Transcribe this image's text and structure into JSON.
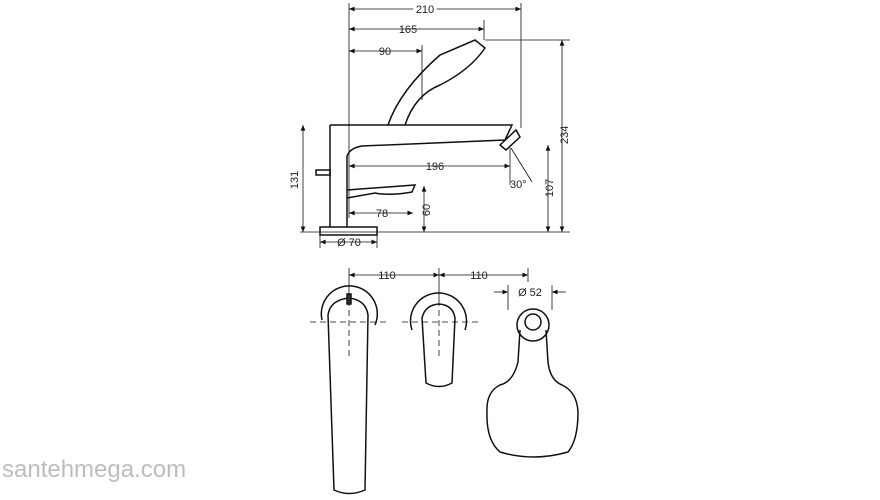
{
  "drawing": {
    "side_view": {
      "dimensions": {
        "width_total": "210",
        "handshower_reach": "165",
        "handshower_tip": "90",
        "spout_reach": "196",
        "spout_angle": "30°",
        "lever_offset": "78",
        "spout_under_height": "60",
        "body_height": "131",
        "spout_outlet_height": "107",
        "total_height": "234",
        "base_diameter": "Ø 70"
      }
    },
    "top_view": {
      "dimensions": {
        "spacing_1": "110",
        "spacing_2": "110",
        "rosette_diameter": "Ø 52"
      }
    }
  },
  "watermark": "santehmega.com"
}
